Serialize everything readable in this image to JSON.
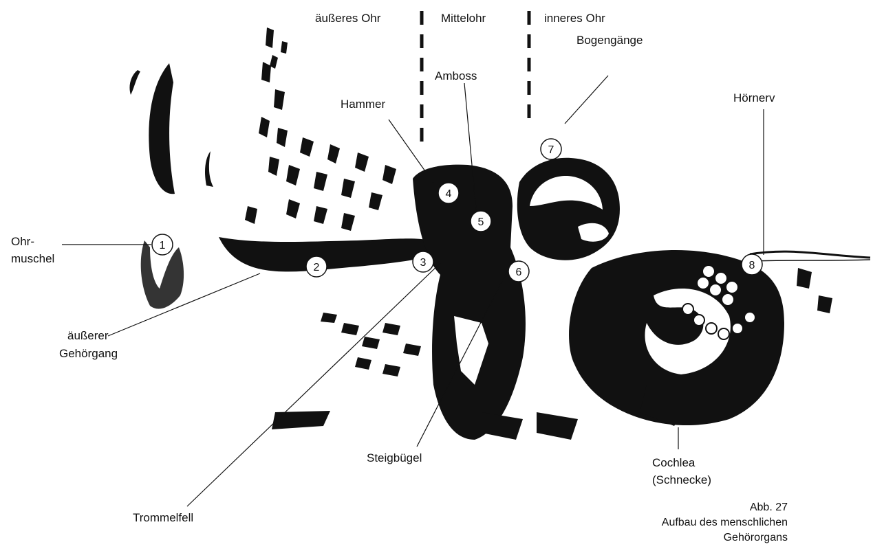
{
  "regions": {
    "outer": "äußeres Ohr",
    "middle": "Mittelohr",
    "inner": "inneres Ohr"
  },
  "labels": {
    "auricle_line1": "Ohr-",
    "auricle_line2": "muschel",
    "canal_line1": "äußerer",
    "canal_line2": "Gehörgang",
    "eardrum": "Trommelfell",
    "hammer": "Hammer",
    "anvil": "Amboss",
    "stirrup": "Steigbügel",
    "canals": "Bogengänge",
    "nerve": "Hörnerv",
    "cochlea_line1": "Cochlea",
    "cochlea_line2": "(Schnecke)"
  },
  "numbers": [
    "1",
    "2",
    "3",
    "4",
    "5",
    "6",
    "7",
    "8"
  ],
  "caption": {
    "line1": "Abb. 27",
    "line2": "Aufbau des menschlichen",
    "line3": "Gehörorgans"
  },
  "colors": {
    "ink": "#111111",
    "paper": "#ffffff"
  }
}
